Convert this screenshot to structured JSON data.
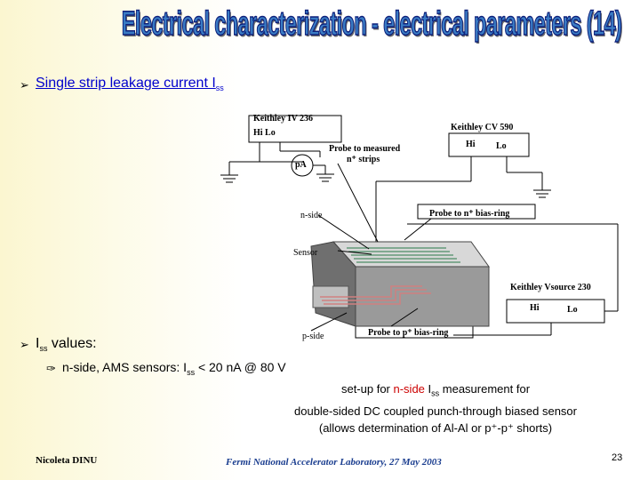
{
  "slide": {
    "title": "Electrical characterization - electrical parameters (14)",
    "bullet1": {
      "text_main": "Single strip leakage current I",
      "text_sub": "ss"
    },
    "bullet2": {
      "text_main": "I",
      "text_sub": "ss",
      "text_rest": " values:"
    },
    "sub_bullet": {
      "part1": "n-side, AMS sensors: I",
      "sub": "ss",
      "part2": " < 20 nA @ 80 V"
    },
    "caption": {
      "line1_a": "set-up for ",
      "line1_red": "n-side",
      " line1_b": "",
      "line1_c": " I",
      "line1_sub": "ss",
      "line1_d": " measurement for",
      "line2": "double-sided DC coupled punch-through biased sensor",
      "line3": "(allows determination of Al-Al or p⁺-p⁺ shorts)"
    },
    "footer_left": "Nicoleta DINU",
    "footer_center": "Fermi National Accelerator Laboratory, 27 May 2003",
    "page_number": "23"
  },
  "diagram": {
    "keithley_iv": "Keithley IV 236",
    "iv_terminals": "Hi  Lo",
    "keithley_cv": "Keithley CV 590",
    "cv_hi": "Hi",
    "cv_lo": "Lo",
    "pa_meter": "pA",
    "probe_strips_1": "Probe to measured",
    "probe_strips_2": "n⁺ strips",
    "probe_nbias": "Probe to n⁺ bias-ring",
    "n_side": "n-side",
    "sensor": "Sensor",
    "keithley_vsource": "Keithley Vsource 230",
    "vs_hi": "Hi",
    "vs_lo": "Lo",
    "p_side": "p-side",
    "probe_pbias": "Probe to p⁺ bias-ring"
  }
}
